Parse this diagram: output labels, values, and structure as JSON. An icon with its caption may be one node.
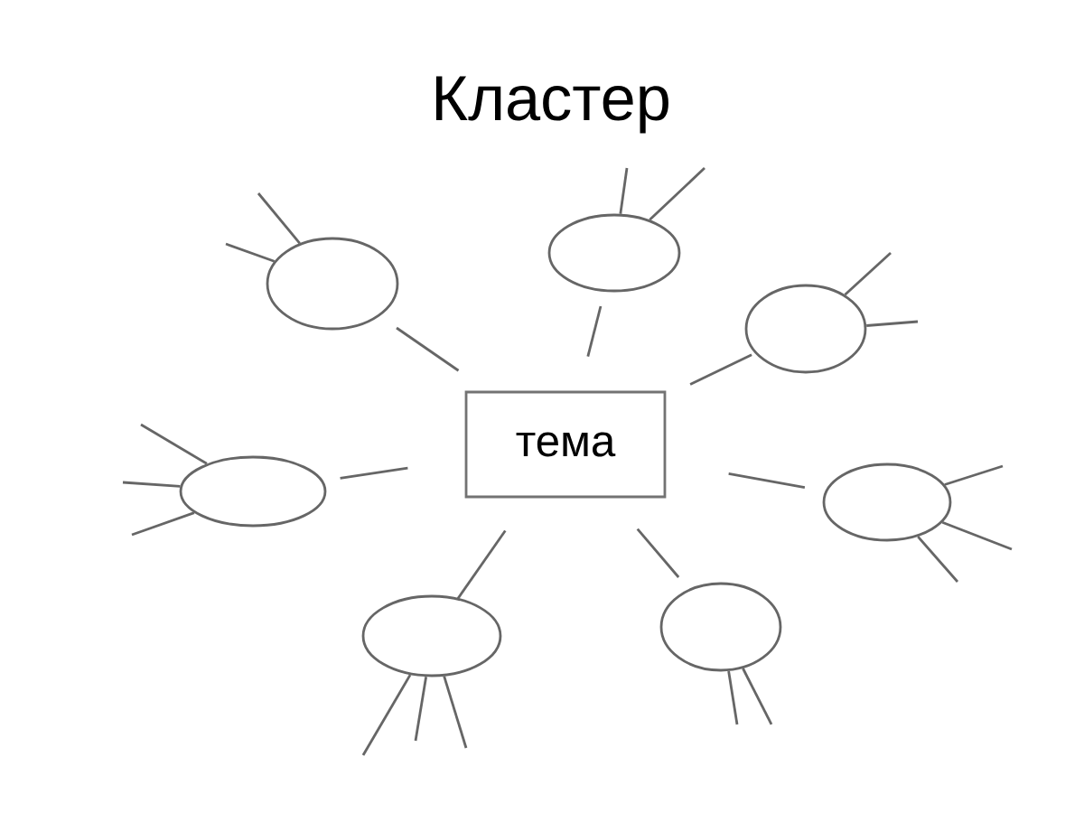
{
  "diagram": {
    "title": "Кластер",
    "nodes": [
      {
        "text": [
          "тема"
        ]
      },
      {
        "text": [],
        "shape": "circle"
      },
      {
        "text": [],
        "shape": "circle"
      },
      {
        "text": [],
        "shape": "circle"
      },
      {
        "text": [],
        "shape": "circle"
      },
      {
        "text": [],
        "shape": "circle"
      },
      {
        "text": [],
        "shape": "circle"
      },
      {
        "text": [],
        "shape": "circle"
      }
    ],
    "edges": [
      {
        "from": 0,
        "to": 1,
        "arrow": "none"
      },
      {
        "from": 0,
        "to": 2,
        "arrow": "none"
      },
      {
        "from": 0,
        "to": 3,
        "arrow": "none"
      },
      {
        "from": 0,
        "to": 4,
        "arrow": "none"
      },
      {
        "from": 0,
        "to": 5,
        "arrow": "none"
      },
      {
        "from": 0,
        "to": 6,
        "arrow": "none"
      },
      {
        "from": 0,
        "to": 7,
        "arrow": "none"
      },
      {
        "from": 1,
        "to": null,
        "arrow": "none"
      },
      {
        "from": 1,
        "to": null,
        "arrow": "none"
      },
      {
        "from": 2,
        "to": null,
        "arrow": "none"
      },
      {
        "from": 2,
        "to": null,
        "arrow": "none"
      },
      {
        "from": 3,
        "to": null,
        "arrow": "none"
      },
      {
        "from": 3,
        "to": null,
        "arrow": "none"
      },
      {
        "from": 4,
        "to": null,
        "arrow": "none"
      },
      {
        "from": 4,
        "to": null,
        "arrow": "none"
      },
      {
        "from": 4,
        "to": null,
        "arrow": "none"
      },
      {
        "from": 5,
        "to": null,
        "arrow": "none"
      },
      {
        "from": 5,
        "to": null,
        "arrow": "none"
      },
      {
        "from": 5,
        "to": null,
        "arrow": "none"
      },
      {
        "from": 6,
        "to": null,
        "arrow": "none"
      },
      {
        "from": 6,
        "to": null,
        "arrow": "none"
      },
      {
        "from": 6,
        "to": null,
        "arrow": "none"
      },
      {
        "from": 7,
        "to": null,
        "arrow": "none"
      },
      {
        "from": 7,
        "to": null,
        "arrow": "none"
      }
    ]
  }
}
